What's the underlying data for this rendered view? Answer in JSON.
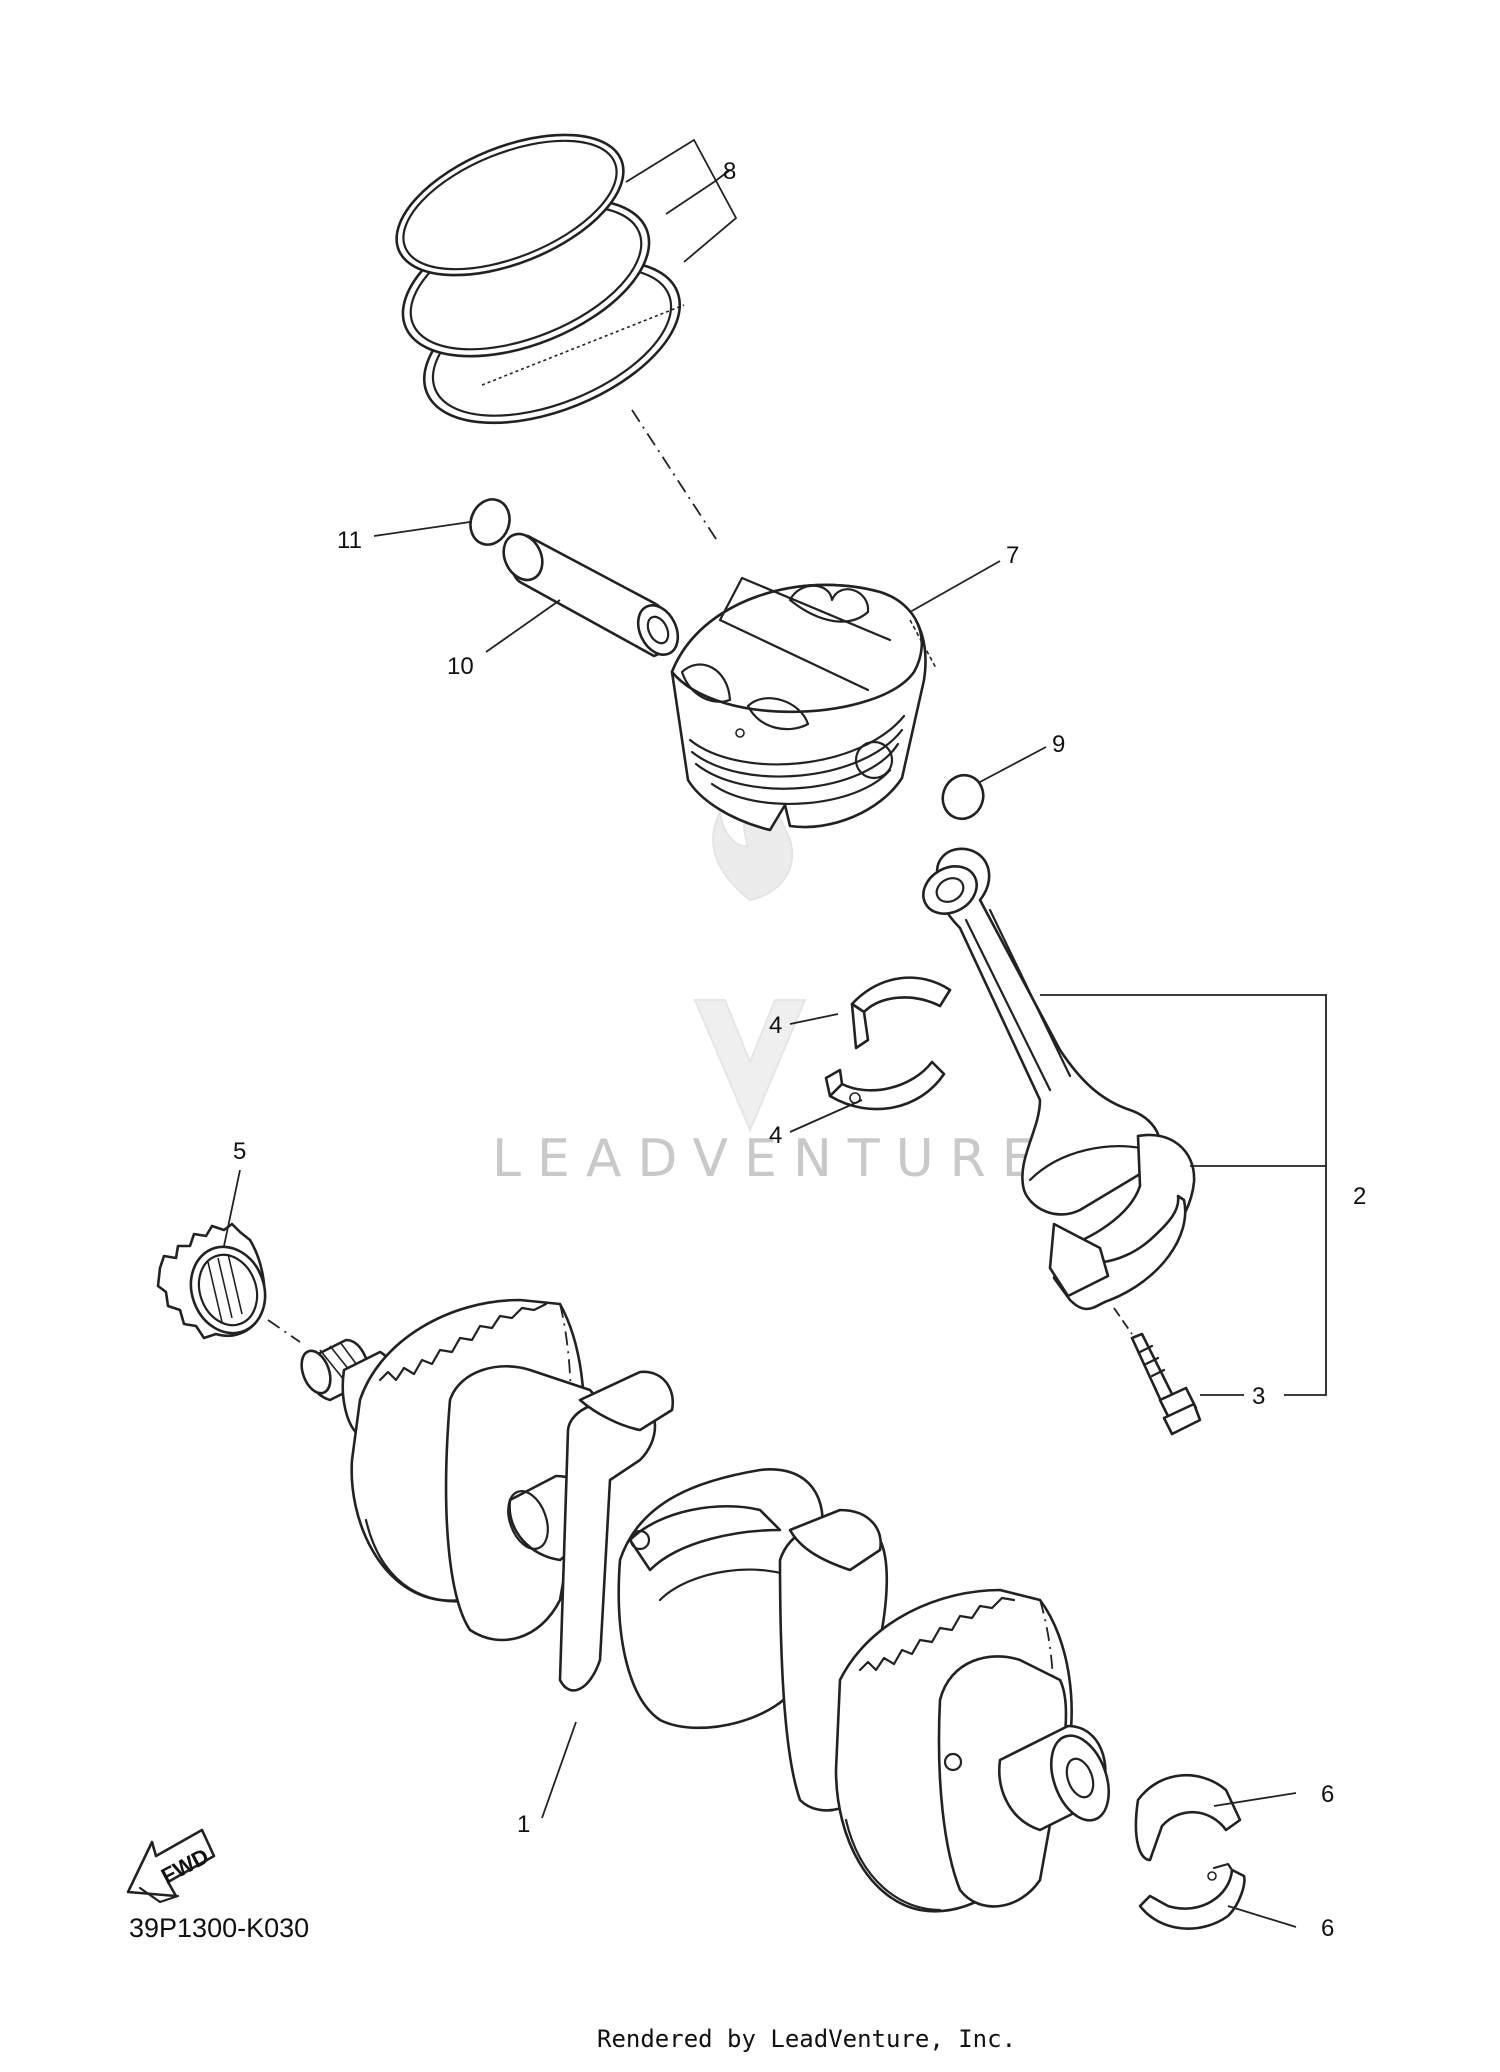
{
  "callouts": [
    {
      "label": "1"
    },
    {
      "label": "2"
    },
    {
      "label": "3"
    },
    {
      "label": "4"
    },
    {
      "label": "4"
    },
    {
      "label": "5"
    },
    {
      "label": "6"
    },
    {
      "label": "6"
    },
    {
      "label": "7"
    },
    {
      "label": "8"
    },
    {
      "label": "9"
    },
    {
      "label": "10"
    },
    {
      "label": "11"
    }
  ],
  "diagram_code": "39P1300-K030",
  "watermark": "LEADVENTURE",
  "credit": "Rendered by LeadVenture, Inc.",
  "fwd_label": "FWD"
}
